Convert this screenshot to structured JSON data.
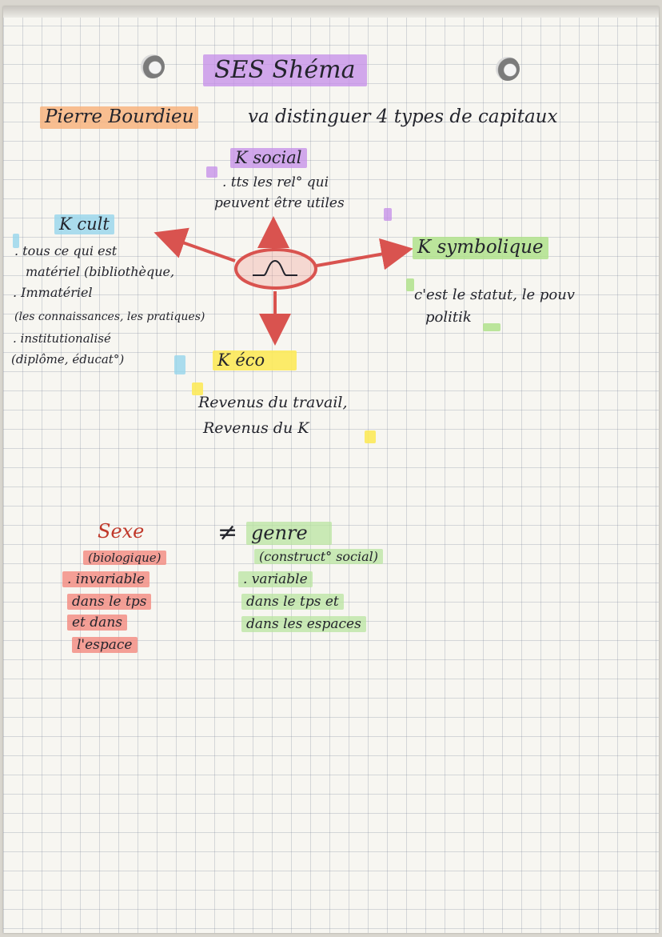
{
  "title": "SES Shéma",
  "intro": {
    "author": "Pierre Bourdieu",
    "text": "va distinguer 4 types de capitaux"
  },
  "diagram": {
    "k_social": {
      "title": "K social",
      "desc_line1": ". tts les rel° qui",
      "desc_line2": "peuvent être utiles"
    },
    "k_cult": {
      "title": "K cult",
      "lines": [
        ". tous ce qui est",
        "matériel (bibliothèque,",
        ". Immatériel",
        "(les connaissances, les pratiques)",
        ". institutionalisé",
        "(diplôme, éducat°)"
      ]
    },
    "k_symbolique": {
      "title": "K symbolique",
      "desc_line1": "c'est le statut, le pouv",
      "desc_line2": "politik"
    },
    "k_eco": {
      "title": "K éco",
      "desc_line1": "Revenus du travail,",
      "desc_line2": "Revenus du K"
    }
  },
  "comparison": {
    "left": {
      "title": "Sexe",
      "lines": [
        "(biologique)",
        ". invariable",
        "dans le tps",
        "et dans",
        "l'espace"
      ]
    },
    "symbol": "≠",
    "right": {
      "title": "genre",
      "lines": [
        "(construct° social)",
        ". variable",
        "dans le tps et",
        "dans les espaces"
      ]
    }
  },
  "colors": {
    "ink": "#23242c",
    "purple_highlight": "#c48ce8",
    "orange_highlight": "#f8b078",
    "blue_highlight": "#96d6ec",
    "green_highlight": "#b0e28c",
    "yellow_highlight": "#fcea5a",
    "red_highlight": "#f28a80",
    "arrow_red": "#d9534f"
  }
}
